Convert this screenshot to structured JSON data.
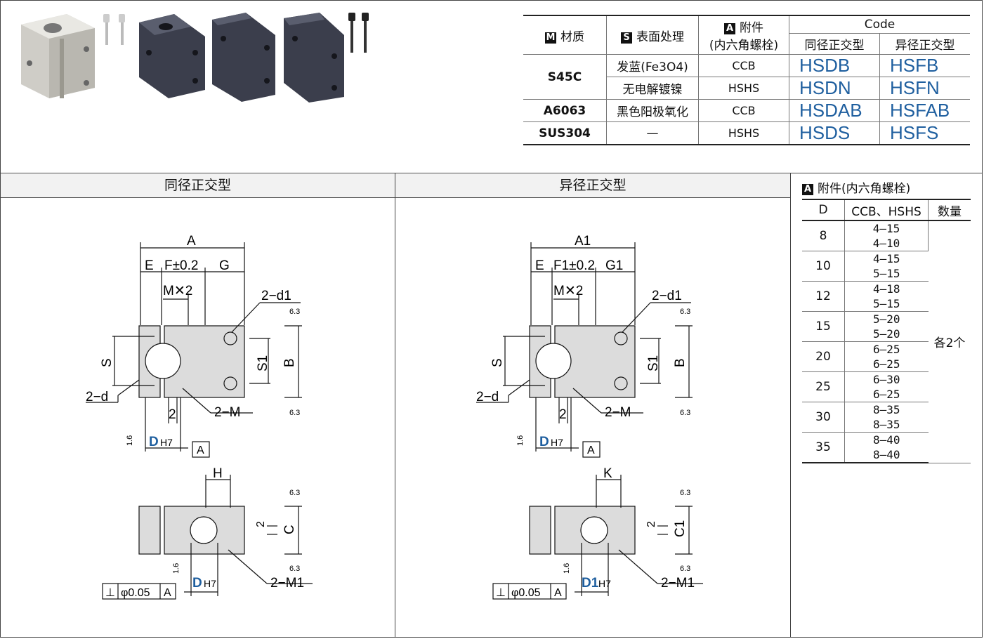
{
  "code_table": {
    "headers": {
      "material": {
        "badge": "M",
        "label": "材质"
      },
      "surface": {
        "badge": "S",
        "label": "表面处理"
      },
      "accessory": {
        "badge": "A",
        "label": "附件",
        "sub": "(内六角螺栓)"
      },
      "code": "Code",
      "code_same": "同径正交型",
      "code_diff": "异径正交型"
    },
    "rows": [
      {
        "material": "S45C",
        "surface": "发蓝(Fe3O4)",
        "accessory": "CCB",
        "same": "HSDB",
        "diff": "HSFB"
      },
      {
        "material": "",
        "surface": "无电解镀镍",
        "accessory": "HSHS",
        "same": "HSDN",
        "diff": "HSFN"
      },
      {
        "material": "A6063",
        "surface": "黑色阳极氧化",
        "accessory": "CCB",
        "same": "HSDAB",
        "diff": "HSFAB"
      },
      {
        "material": "SUS304",
        "surface": "—",
        "accessory": "HSHS",
        "same": "HSDS",
        "diff": "HSFS"
      }
    ]
  },
  "sections": {
    "same": "同径正交型",
    "diff": "异径正交型"
  },
  "accessory": {
    "badge": "A",
    "title": "附件(内六角螺栓)",
    "headers": [
      "D",
      "CCB、HSHS",
      "数量"
    ],
    "quantity": "各2个",
    "rows": [
      {
        "d": "8",
        "ccb": "4—15",
        "hshs": "4—10"
      },
      {
        "d": "10",
        "ccb": "4—15",
        "hshs": "5—15"
      },
      {
        "d": "12",
        "ccb": "4—18",
        "hshs": "5—15"
      },
      {
        "d": "15",
        "ccb": "5—20",
        "hshs": "5—20"
      },
      {
        "d": "20",
        "ccb": "6—25",
        "hshs": "6—25"
      },
      {
        "d": "25",
        "ccb": "6—30",
        "hshs": "6—25"
      },
      {
        "d": "30",
        "ccb": "8—35",
        "hshs": "8—35"
      },
      {
        "d": "35",
        "ccb": "8—40",
        "hshs": "8—40"
      }
    ]
  },
  "drawing_same": {
    "A": "A",
    "E": "E",
    "F": "F±0.2",
    "G": "G",
    "MX2": "M✕2",
    "d1": "2−d1",
    "S": "S",
    "S1": "S1",
    "B": "B",
    "d": "2−d",
    "two": "2",
    "M": "2−M",
    "ra16": "1.6",
    "ra63": "6.3",
    "D": "D",
    "H7": "H7",
    "datum": "A",
    "H": "H",
    "C": "C",
    "slot": "2",
    "M1": "2−M1",
    "tol_sym": "⊥",
    "tol_val": "φ0.05",
    "tol_ref": "A"
  },
  "drawing_diff": {
    "A": "A1",
    "E": "E",
    "F": "F1±0.2",
    "G": "G1",
    "MX2": "M✕2",
    "d1": "2−d1",
    "S": "S",
    "S1": "S1",
    "B": "B",
    "d": "2−d",
    "two": "2",
    "M": "2−M",
    "ra16": "1.6",
    "ra63": "6.3",
    "D": "D",
    "H7": "H7",
    "datum": "A",
    "H": "K",
    "C": "C1",
    "slot": "2",
    "M1": "2−M1",
    "D1": "D1",
    "tol_sym": "⊥",
    "tol_val": "φ0.05",
    "tol_ref": "A"
  },
  "colors": {
    "code_blue": "#1f5f9f",
    "drawing_gray": "#dcdcdc",
    "dark_block": "#3a3d4a",
    "silver_block": "#d8d6d0"
  }
}
